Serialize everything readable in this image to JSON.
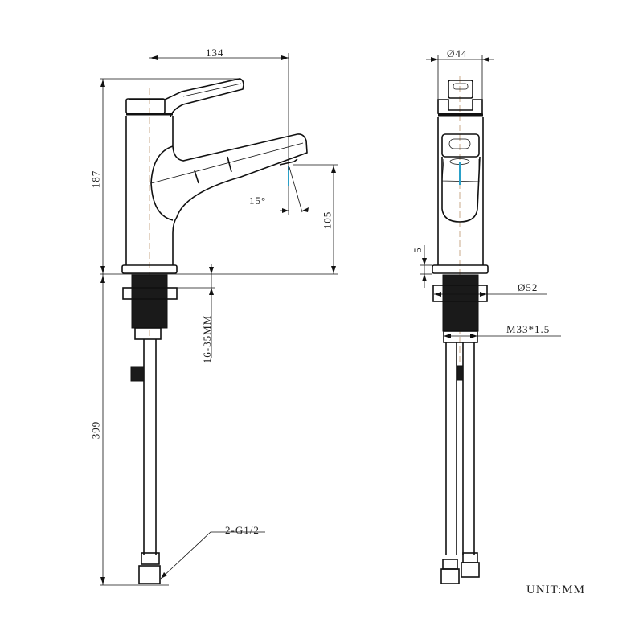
{
  "side_view": {
    "dim_reach": "134",
    "dim_height": "187",
    "dim_spout_height": "105",
    "angle": "15°",
    "dim_deck_thickness": "16-35MM",
    "dim_hose_length": "399",
    "hose_thread": "2-G1/2"
  },
  "front_view": {
    "dim_body_diameter": "Ø44",
    "dim_base_thickness": "5",
    "dim_nut_diameter": "Ø52",
    "dim_thread": "M33*1.5"
  },
  "unit_label": "UNIT:MM",
  "colors": {
    "line": "#111111",
    "water": "#2aa0c8",
    "centerline": "#c9a98a"
  }
}
